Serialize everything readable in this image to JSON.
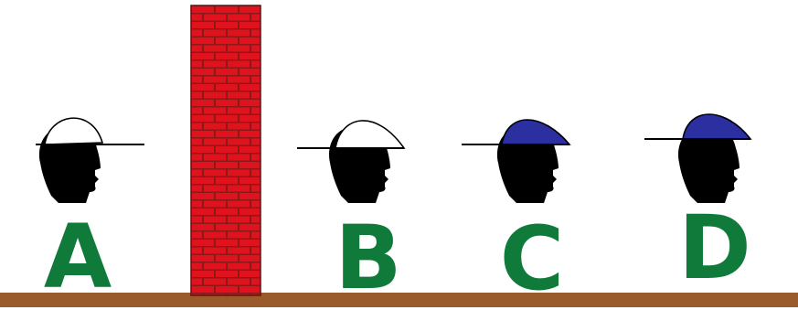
{
  "people": [
    {
      "label": "A",
      "hat_color": "#ffffff"
    },
    {
      "label": "B",
      "hat_color": "#ffffff"
    },
    {
      "label": "C",
      "hat_color": "#2b2fa0"
    },
    {
      "label": "D",
      "hat_color": "#2b2fa0"
    }
  ],
  "colors": {
    "label": "#0f7a3a",
    "wall_brick": "#e0121e",
    "wall_mortar": "#8a1a1a",
    "ground": "#9a5b2c",
    "head": "#000000"
  }
}
